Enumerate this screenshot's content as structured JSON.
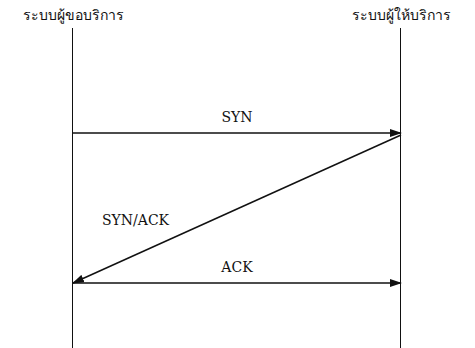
{
  "diagram": {
    "nodes": [
      {
        "text": [
          "ระบบผู้ขอบริการ"
        ]
      },
      {
        "text": [
          "ระบบผู้ให้บริการ"
        ]
      }
    ],
    "edges": [
      {
        "from": 0,
        "to": 1,
        "arrow": "to",
        "label": "SYN"
      },
      {
        "from": 1,
        "to": 0,
        "arrow": "to",
        "label": "SYN/ACK"
      },
      {
        "from": 0,
        "to": 1,
        "arrow": "to",
        "label": "ACK"
      }
    ]
  }
}
